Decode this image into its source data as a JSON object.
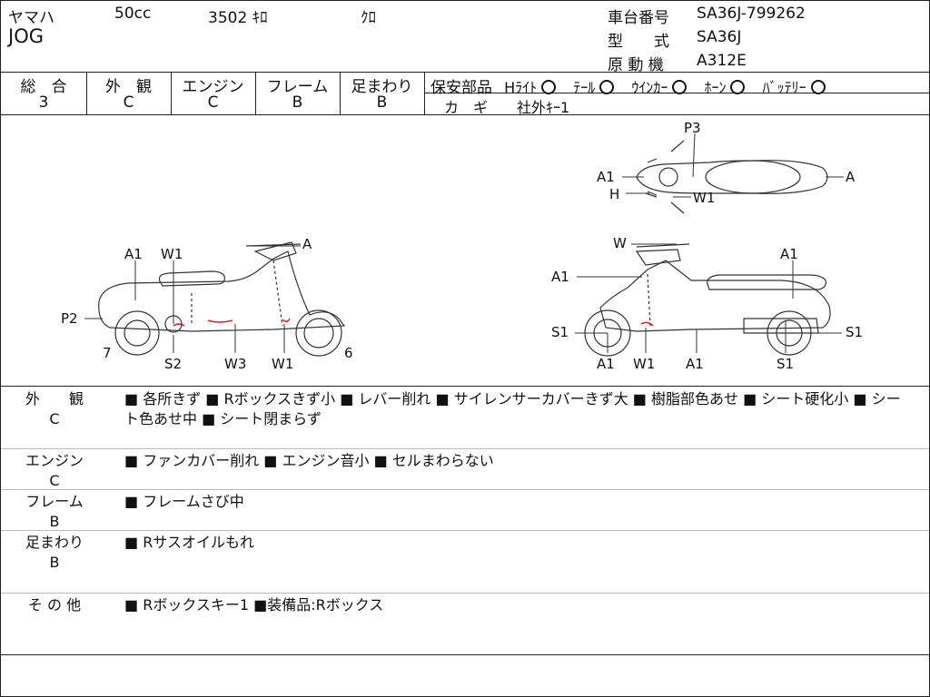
{
  "header": {
    "maker": "ヤマハ",
    "displacement": "50cc",
    "mileage": "3502 ｷﾛ",
    "color": "ｸﾛ",
    "model": "JOG",
    "frame_no_label": "車台番号",
    "frame_no": "SA36J-799262",
    "type_label": "型　　式",
    "type": "SA36J",
    "engine_label": "原 動 機",
    "engine": "A312E"
  },
  "grades": [
    {
      "label": "総　合",
      "value": "3"
    },
    {
      "label": "外　観",
      "value": "C"
    },
    {
      "label": "エンジン",
      "value": "C"
    },
    {
      "label": "フレーム",
      "value": "B"
    },
    {
      "label": "足まわり",
      "value": "B"
    }
  ],
  "safety": {
    "label": "保安部品",
    "items": [
      {
        "name": "Hﾗｲﾄ"
      },
      {
        "name": "ﾃｰﾙ"
      },
      {
        "name": "ｳｲﾝｶｰ"
      },
      {
        "name": "ﾎｰﾝ"
      },
      {
        "name": "ﾊﾞｯﾃﾘｰ"
      }
    ],
    "key_label": "カ　ギ",
    "key_value": "社外ｷｰ1"
  },
  "diagram_labels": {
    "left": [
      "A1",
      "W1",
      "A",
      "P2",
      "7",
      "S2",
      "W3",
      "W1",
      "6"
    ],
    "top": [
      "P3",
      "A1",
      "A",
      "H",
      "W1"
    ],
    "right": [
      "W",
      "A1",
      "A1",
      "S1",
      "S1",
      "A1",
      "W1",
      "A1",
      "S1"
    ]
  },
  "notes": [
    {
      "label": "外　　観",
      "grade": "C",
      "text": "■ 各所きず ■ Rボックスきず小 ■ レバー削れ ■ サイレンサーカバーきず大 ■ 樹脂部色あせ ■ シート硬化小 ■ シート色あせ中 ■ シート閉まらず"
    },
    {
      "label": "エンジン",
      "grade": "C",
      "text": "■ ファンカバー削れ ■ エンジン音小 ■ セルまわらない"
    },
    {
      "label": "フレーム",
      "grade": "B",
      "text": "■ フレームさび中"
    },
    {
      "label": "足まわり",
      "grade": "B",
      "text": "■ Rサスオイルもれ"
    },
    {
      "label": "そ の 他",
      "grade": "",
      "text": "■ Rボックスキー1 ■装備品:Rボックス"
    }
  ]
}
